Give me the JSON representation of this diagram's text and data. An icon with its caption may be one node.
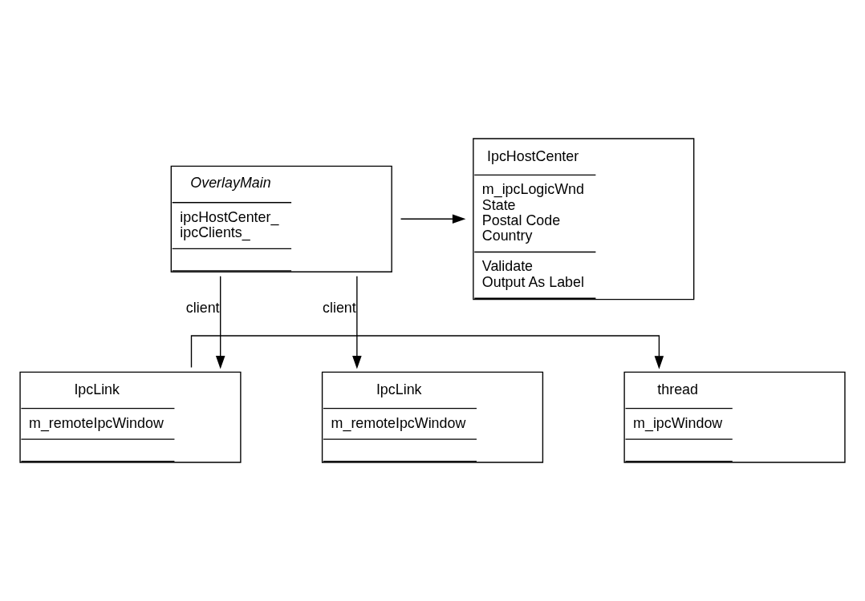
{
  "diagram": {
    "nodes": [
      {
        "text": [
          "IpcLink",
          "m_remoteIpcWindow"
        ]
      },
      {
        "text": [
          "thread",
          "m_ipcWindow"
        ]
      },
      {
        "text": [
          "OverlayMain",
          "ipcHostCenter_",
          "ipcClients_"
        ]
      },
      {
        "text": [
          "IpcHostCenter",
          "m_ipcLogicWnd",
          "State",
          "Postal Code",
          "Country",
          "Validate",
          "Output As Label"
        ]
      },
      {
        "text": [
          "IpcLink",
          "m_remoteIpcWindow"
        ]
      }
    ],
    "edges": [
      {
        "from": 0,
        "to": 1,
        "arrow": "to"
      },
      {
        "from": 2,
        "to": 0,
        "arrow": "to",
        "label": "client"
      },
      {
        "from": 2,
        "to": 3,
        "arrow": "to"
      },
      {
        "from": 2,
        "to": 4,
        "arrow": "to",
        "label": "client"
      }
    ]
  }
}
